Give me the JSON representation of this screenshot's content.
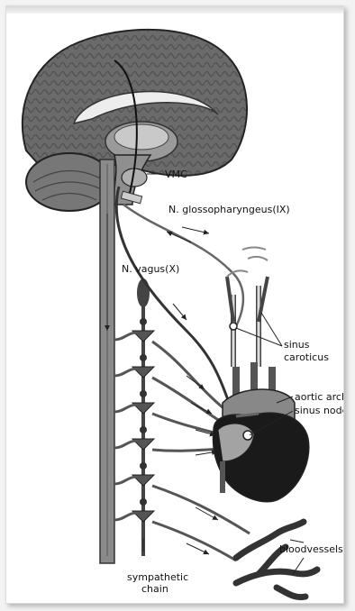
{
  "diagram": {
    "labels": {
      "vmc": "VMC",
      "glossopharyngeus": "N. glossopharyngeus(IX)",
      "vagus": "N. vagus(X)",
      "sinus_caroticus_1": "sinus",
      "sinus_caroticus_2": "caroticus",
      "aortic_arch": "aortic arch",
      "sinus_node": "sinus node",
      "bloodvessels": "bloodvessels",
      "sympathetic_1": "sympathetic",
      "sympathetic_2": "chain"
    }
  }
}
